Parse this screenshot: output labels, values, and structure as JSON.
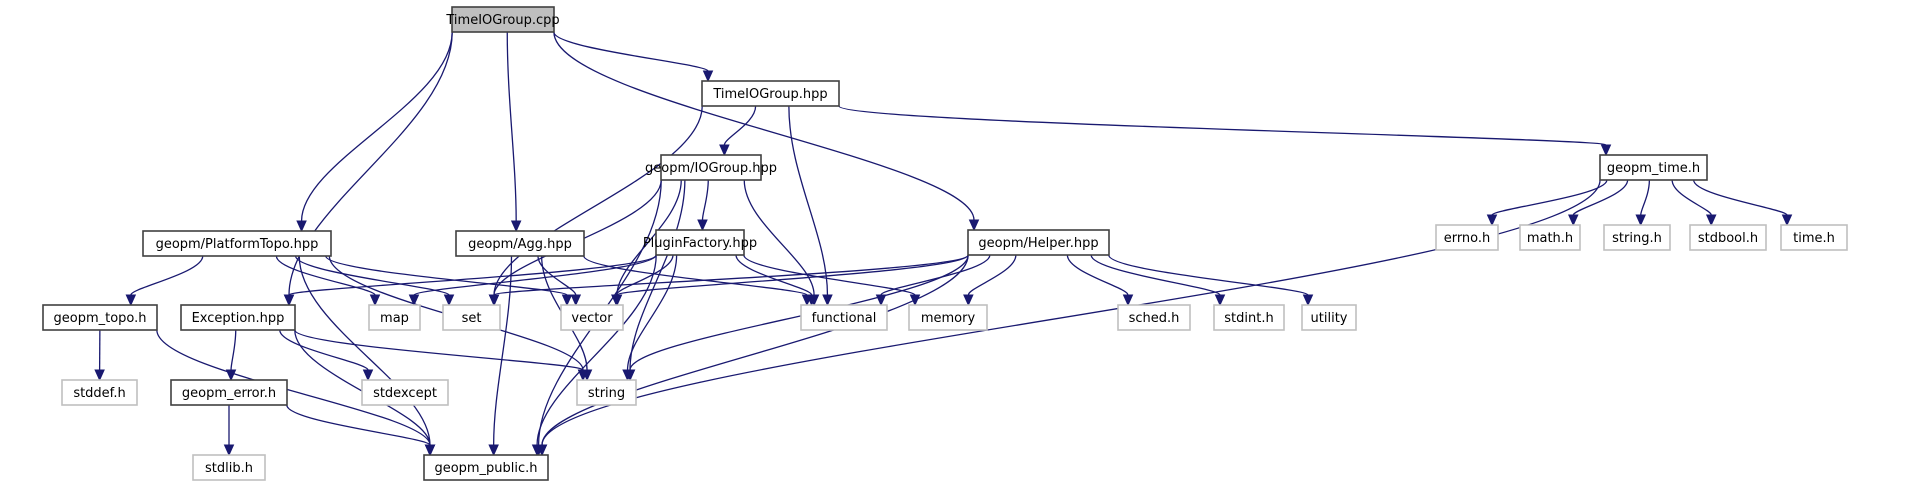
{
  "diagram": {
    "title": "TimeIOGroup.cpp include dependency graph",
    "colors": {
      "edge": "#191970",
      "root_fill": "#bfbfbf",
      "project_border": "#404040",
      "system_border": "#bfbfbf"
    },
    "nodes": [
      {
        "id": "timeiogroup_cpp",
        "label": "TimeIOGroup.cpp",
        "kind": "root"
      },
      {
        "id": "timeiogroup_hpp",
        "label": "TimeIOGroup.hpp",
        "kind": "project"
      },
      {
        "id": "platformtopo_hpp",
        "label": "geopm/PlatformTopo.hpp",
        "kind": "project"
      },
      {
        "id": "agg_hpp",
        "label": "geopm/Agg.hpp",
        "kind": "project"
      },
      {
        "id": "iogroup_hpp",
        "label": "geopm/IOGroup.hpp",
        "kind": "project"
      },
      {
        "id": "pluginfactory_hpp",
        "label": "PluginFactory.hpp",
        "kind": "project"
      },
      {
        "id": "helper_hpp",
        "label": "geopm/Helper.hpp",
        "kind": "project"
      },
      {
        "id": "geopm_time_h",
        "label": "geopm_time.h",
        "kind": "project"
      },
      {
        "id": "geopm_topo_h",
        "label": "geopm_topo.h",
        "kind": "project"
      },
      {
        "id": "exception_hpp",
        "label": "Exception.hpp",
        "kind": "project"
      },
      {
        "id": "geopm_error_h",
        "label": "geopm_error.h",
        "kind": "project"
      },
      {
        "id": "geopm_public_h",
        "label": "geopm_public.h",
        "kind": "project"
      },
      {
        "id": "map",
        "label": "map",
        "kind": "system"
      },
      {
        "id": "set",
        "label": "set",
        "kind": "system"
      },
      {
        "id": "vector",
        "label": "vector",
        "kind": "system"
      },
      {
        "id": "functional",
        "label": "functional",
        "kind": "system"
      },
      {
        "id": "memory",
        "label": "memory",
        "kind": "system"
      },
      {
        "id": "string",
        "label": "string",
        "kind": "system"
      },
      {
        "id": "stddef_h",
        "label": "stddef.h",
        "kind": "system"
      },
      {
        "id": "stdexcept",
        "label": "stdexcept",
        "kind": "system"
      },
      {
        "id": "stdlib_h",
        "label": "stdlib.h",
        "kind": "system"
      },
      {
        "id": "sched_h",
        "label": "sched.h",
        "kind": "system"
      },
      {
        "id": "stdint_h",
        "label": "stdint.h",
        "kind": "system"
      },
      {
        "id": "utility",
        "label": "utility",
        "kind": "system"
      },
      {
        "id": "errno_h",
        "label": "errno.h",
        "kind": "system"
      },
      {
        "id": "math_h",
        "label": "math.h",
        "kind": "system"
      },
      {
        "id": "string_h",
        "label": "string.h",
        "kind": "system"
      },
      {
        "id": "stdbool_h",
        "label": "stdbool.h",
        "kind": "system"
      },
      {
        "id": "time_h",
        "label": "time.h",
        "kind": "system"
      }
    ],
    "edges": [
      {
        "from": "timeiogroup_cpp",
        "to": "timeiogroup_hpp"
      },
      {
        "from": "timeiogroup_cpp",
        "to": "platformtopo_hpp"
      },
      {
        "from": "timeiogroup_cpp",
        "to": "agg_hpp"
      },
      {
        "from": "timeiogroup_cpp",
        "to": "helper_hpp"
      },
      {
        "from": "timeiogroup_cpp",
        "to": "exception_hpp"
      },
      {
        "from": "timeiogroup_hpp",
        "to": "iogroup_hpp"
      },
      {
        "from": "timeiogroup_hpp",
        "to": "geopm_time_h"
      },
      {
        "from": "timeiogroup_hpp",
        "to": "set"
      },
      {
        "from": "timeiogroup_hpp",
        "to": "functional"
      },
      {
        "from": "iogroup_hpp",
        "to": "pluginfactory_hpp"
      },
      {
        "from": "iogroup_hpp",
        "to": "set"
      },
      {
        "from": "iogroup_hpp",
        "to": "vector"
      },
      {
        "from": "iogroup_hpp",
        "to": "string"
      },
      {
        "from": "iogroup_hpp",
        "to": "functional"
      },
      {
        "from": "iogroup_hpp",
        "to": "geopm_public_h"
      },
      {
        "from": "pluginfactory_hpp",
        "to": "map"
      },
      {
        "from": "pluginfactory_hpp",
        "to": "vector"
      },
      {
        "from": "pluginfactory_hpp",
        "to": "functional"
      },
      {
        "from": "pluginfactory_hpp",
        "to": "memory"
      },
      {
        "from": "pluginfactory_hpp",
        "to": "string"
      },
      {
        "from": "pluginfactory_hpp",
        "to": "exception_hpp"
      },
      {
        "from": "pluginfactory_hpp",
        "to": "geopm_public_h"
      },
      {
        "from": "platformtopo_hpp",
        "to": "geopm_topo_h"
      },
      {
        "from": "platformtopo_hpp",
        "to": "map"
      },
      {
        "from": "platformtopo_hpp",
        "to": "set"
      },
      {
        "from": "platformtopo_hpp",
        "to": "vector"
      },
      {
        "from": "platformtopo_hpp",
        "to": "string"
      },
      {
        "from": "platformtopo_hpp",
        "to": "geopm_public_h"
      },
      {
        "from": "agg_hpp",
        "to": "vector"
      },
      {
        "from": "agg_hpp",
        "to": "string"
      },
      {
        "from": "agg_hpp",
        "to": "functional"
      },
      {
        "from": "agg_hpp",
        "to": "geopm_public_h"
      },
      {
        "from": "helper_hpp",
        "to": "set"
      },
      {
        "from": "helper_hpp",
        "to": "vector"
      },
      {
        "from": "helper_hpp",
        "to": "functional"
      },
      {
        "from": "helper_hpp",
        "to": "memory"
      },
      {
        "from": "helper_hpp",
        "to": "string"
      },
      {
        "from": "helper_hpp",
        "to": "geopm_public_h"
      },
      {
        "from": "helper_hpp",
        "to": "sched_h"
      },
      {
        "from": "helper_hpp",
        "to": "stdint_h"
      },
      {
        "from": "helper_hpp",
        "to": "utility"
      },
      {
        "from": "geopm_time_h",
        "to": "errno_h"
      },
      {
        "from": "geopm_time_h",
        "to": "math_h"
      },
      {
        "from": "geopm_time_h",
        "to": "string_h"
      },
      {
        "from": "geopm_time_h",
        "to": "stdbool_h"
      },
      {
        "from": "geopm_time_h",
        "to": "time_h"
      },
      {
        "from": "geopm_time_h",
        "to": "geopm_public_h"
      },
      {
        "from": "geopm_topo_h",
        "to": "stddef_h"
      },
      {
        "from": "geopm_topo_h",
        "to": "geopm_public_h"
      },
      {
        "from": "exception_hpp",
        "to": "geopm_error_h"
      },
      {
        "from": "exception_hpp",
        "to": "stdexcept"
      },
      {
        "from": "exception_hpp",
        "to": "string"
      },
      {
        "from": "exception_hpp",
        "to": "geopm_public_h"
      },
      {
        "from": "geopm_error_h",
        "to": "stdlib_h"
      },
      {
        "from": "geopm_error_h",
        "to": "geopm_public_h"
      }
    ]
  }
}
